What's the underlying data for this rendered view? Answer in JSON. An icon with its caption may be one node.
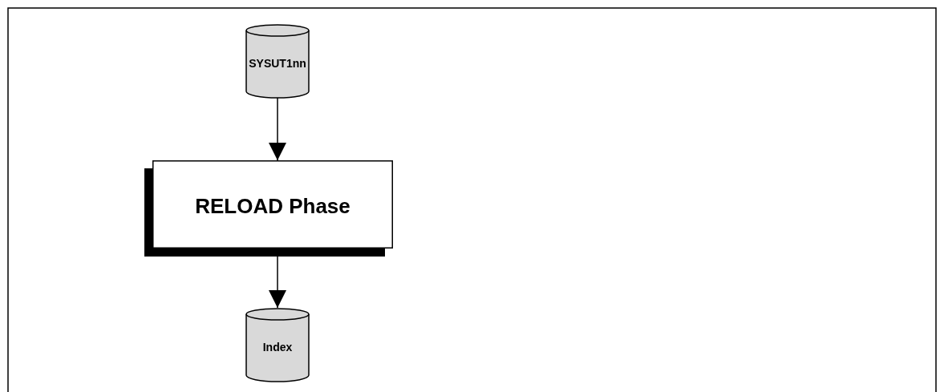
{
  "diagram": {
    "nodes": [
      {
        "text": [
          "SYSUT1nn"
        ]
      },
      {
        "text": [
          "RELOAD Phase"
        ]
      },
      {
        "text": [
          "Index"
        ]
      }
    ],
    "edges": [
      {
        "from": 0,
        "to": 1,
        "arrow": "to"
      },
      {
        "from": 1,
        "to": 2,
        "arrow": "to"
      }
    ]
  }
}
